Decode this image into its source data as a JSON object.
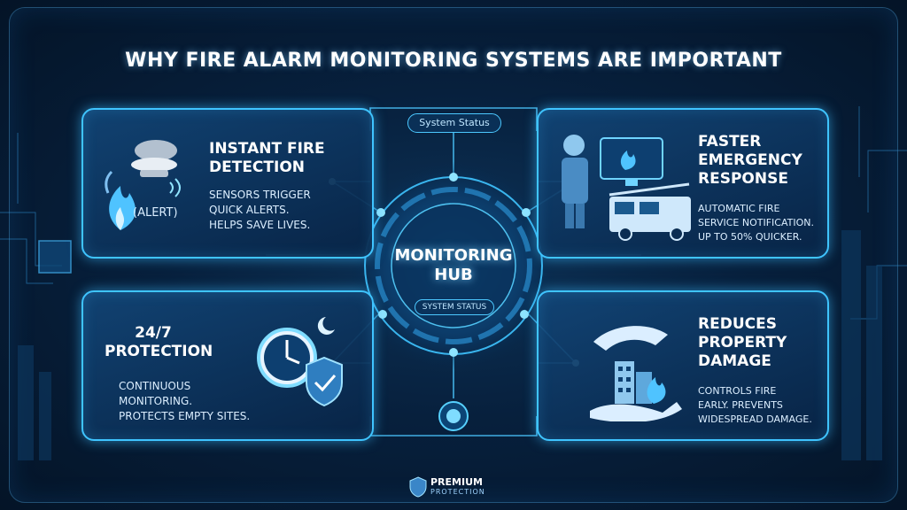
{
  "title": "WHY FIRE ALARM MONITORING SYSTEMS ARE IMPORTANT",
  "hub": {
    "title_line1": "MONITORING",
    "title_line2": "HUB",
    "status_top": "System Status",
    "status_bottom": "SYSTEM STATUS"
  },
  "cards": [
    {
      "title_line1": "INSTANT FIRE",
      "title_line2": "DETECTION",
      "text_line1": "SENSORS TRIGGER",
      "text_line2": "QUICK ALERTS.",
      "text_line3": "HELPS SAVE LIVES.",
      "icon_label": "(ALERT)",
      "icon": "smoke-detector-fire-icon"
    },
    {
      "title_line1": "FASTER",
      "title_line2": "EMERGENCY",
      "title_line3": "RESPONSE",
      "text_line1": "AUTOMATIC FIRE",
      "text_line2": "SERVICE NOTIFICATION.",
      "text_line3": "UP TO 50% QUICKER.",
      "icon": "firefighter-truck-icon"
    },
    {
      "title_line1": "24/7",
      "title_line2": "PROTECTION",
      "text_line1": "CONTINUOUS",
      "text_line2": "MONITORING.",
      "text_line3": "PROTECTS EMPTY SITES.",
      "icon": "clock-shield-icon"
    },
    {
      "title_line1": "REDUCES",
      "title_line2": "PROPERTY",
      "title_line3": "DAMAGE",
      "text_line1": "CONTROLS FIRE",
      "text_line2": "EARLY. PREVENTS",
      "text_line3": "WIDESPREAD DAMAGE.",
      "icon": "hands-building-icon"
    }
  ],
  "brand": {
    "name": "PREMIUM",
    "sub": "PROTECTION"
  },
  "colors": {
    "accent": "#3fc4ff",
    "background": "#07203d",
    "fire": "#4fc3ff"
  }
}
